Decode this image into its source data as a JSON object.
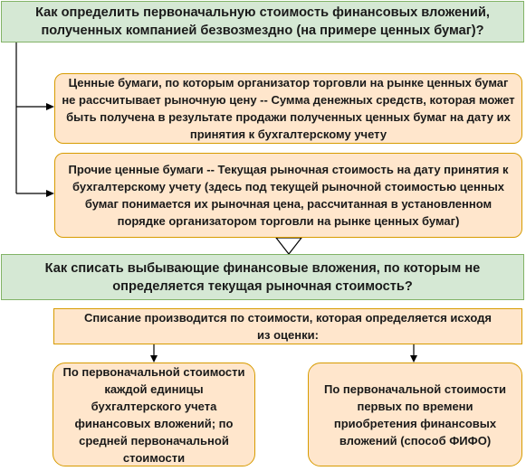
{
  "q1": "Как определить первоначальную стоимость финансовых вложений, полученных компанией безвозмездно (на примере ценных бумаг)?",
  "box1": "Ценные бумаги, по которым организатор торговли на рынке ценных бумаг не рассчитывает рыночную цену -- Сумма денежных средств, которая может быть получена в результате продажи полученных ценных бумаг на дату их принятия к бухгалтерскому учету",
  "box2": "Прочие ценные бумаги -- Текущая рыночная стоимость на дату принятия к бухгалтерскому учету (здесь под текущей рыночной стоимостью ценных бумаг понимается их рыночная цена, рассчитанная в установленном порядке организатором торговли на рынке ценных бумаг)",
  "q2": "Как списать выбывающие финансовые вложения, по которым не определяется текущая рыночная стоимость?",
  "box3": "Списание производится по стоимости, которая определяется исходя из оценки:",
  "box4": "По первоначальной стоимости каждой единицы бухгалтерского учета финансовых вложений; по средней первоначальной стоимости",
  "box5": "По первоначальной стоимости первых по времени приобретения финансовых вложений (способ ФИФО)",
  "colors": {
    "green_fill": "#d5e8d4",
    "green_border": "#82b366",
    "orange_fill": "#ffe6cc",
    "orange_border": "#d79b00",
    "line": "#000000"
  }
}
